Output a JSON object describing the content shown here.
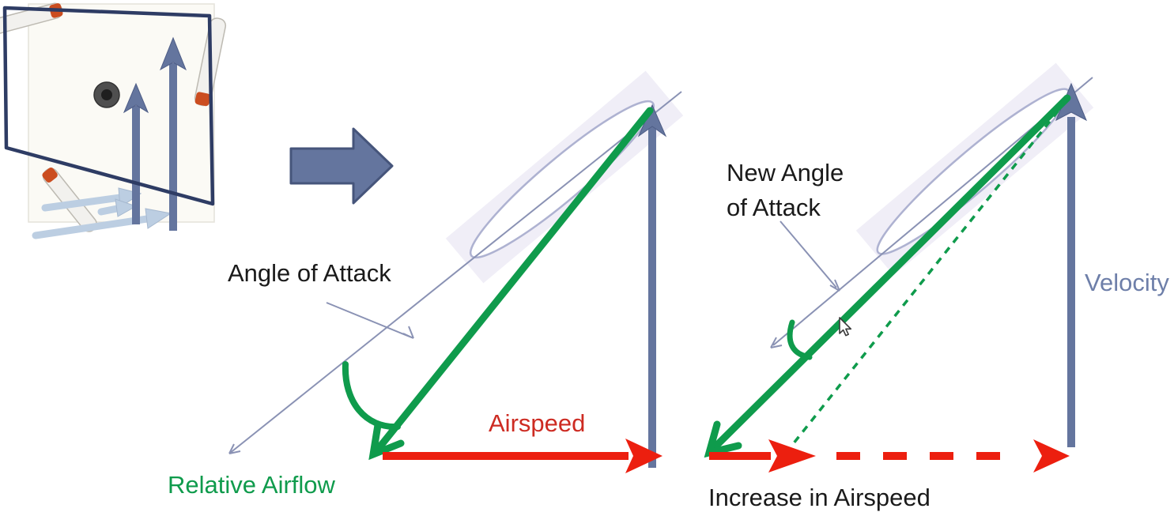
{
  "labels": {
    "angle_of_attack": "Angle of Attack",
    "relative_airflow": "Relative Airflow",
    "airspeed": "Airspeed",
    "new_angle_of_attack_line1": "New Angle",
    "new_angle_of_attack_line2": "of Attack",
    "velocity": "Velocity",
    "increase_in_airspeed": "Increase in Airspeed"
  },
  "icons": {
    "transition_arrow": "right-block-arrow",
    "mouse_cursor": "arrow-pointer",
    "angle_arc": "angle-arc"
  },
  "colors": {
    "green": "#0f9b4c",
    "red": "#ec1f0f",
    "red_text": "#cd2b22",
    "steel_blue": "#64759e",
    "steel_blue_text": "#6e7fa9",
    "navy": "#2e3c64",
    "light_blue": "#bccee2",
    "lavender_band": "#f0eef7",
    "chord_line": "#8a92b4",
    "ellipse_stroke": "#aeb2d1",
    "text_black": "#1a1a1a"
  }
}
